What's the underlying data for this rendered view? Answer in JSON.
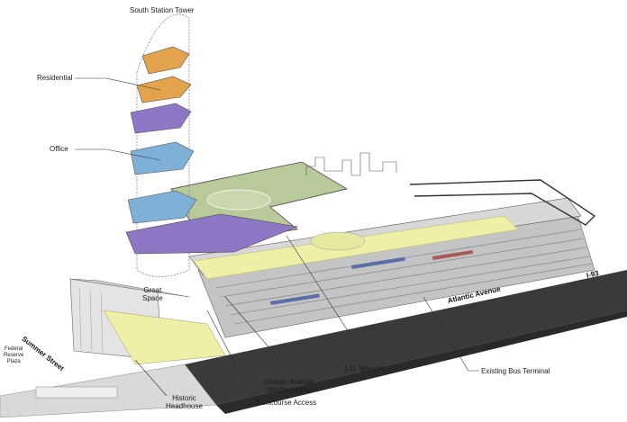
{
  "labels": {
    "tower": "South Station Tower",
    "residential": "Residential",
    "office": "Office",
    "great_space": "Great\nSpace",
    "federal_reserve": "Federal\nReserve\nPlaza",
    "summer_street": "Summer Street",
    "atlantic_avenue": "Atlantic Avenue",
    "i93": "I-93",
    "l11_skypark": "L11 Skypark",
    "shuttle_lobby": "Atlantic Avenue\nShuttle Lobby",
    "concourse_access": "Concourse Access",
    "historic_headhouse": "Historic\nHeadhouse",
    "bus_terminal": "Existing Bus Terminal"
  },
  "colors": {
    "residential_floor": "#e3a24c",
    "office_floor_purple": "#8e78c6",
    "office_floor_blue": "#7fb0d8",
    "green_roof": "#b9c99a",
    "yellow_concourse": "#eef0a8",
    "road": "#3a3a3a"
  }
}
